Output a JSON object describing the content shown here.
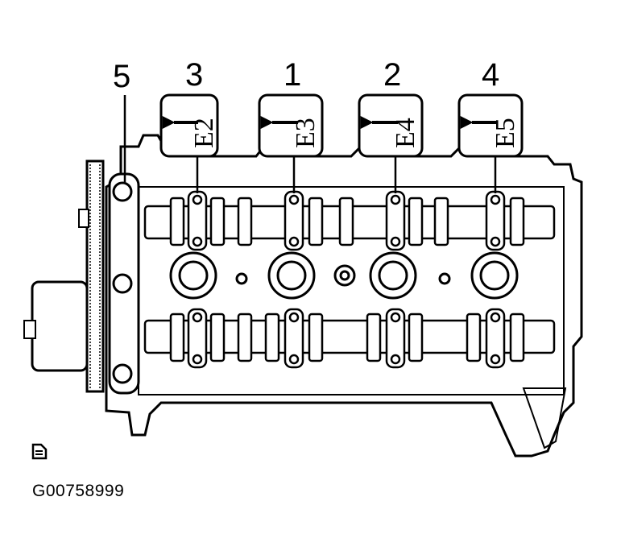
{
  "sequence_numbers": [
    "5",
    "3",
    "1",
    "2",
    "4"
  ],
  "caps": [
    {
      "number": "3",
      "label": "E2"
    },
    {
      "number": "1",
      "label": "E3"
    },
    {
      "number": "2",
      "label": "E4"
    },
    {
      "number": "4",
      "label": "E5"
    }
  ],
  "top_left_number": "5",
  "figure_id": "G00758999",
  "icons": [
    "arrow-left-icon",
    "document-icon"
  ]
}
